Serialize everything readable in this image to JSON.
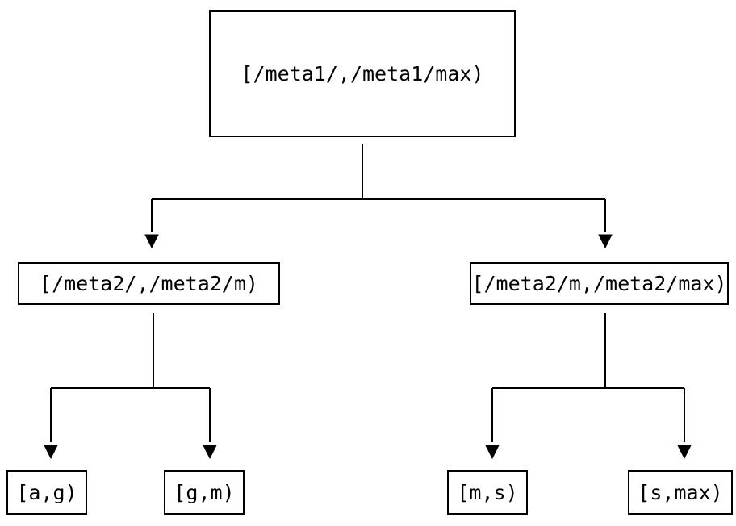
{
  "diagram": {
    "type": "tree",
    "colors": {
      "background": "#ffffff",
      "line": "#000000",
      "box_border": "#000000",
      "text": "#000000"
    },
    "nodes": {
      "root": {
        "label": "[/meta1/,/meta1/max)"
      },
      "l2_left": {
        "label": "[/meta2/,/meta2/m)"
      },
      "l2_right": {
        "label": "[/meta2/m,/meta2/max)"
      },
      "leaf_ag": {
        "label": "[a,g)"
      },
      "leaf_gm": {
        "label": "[g,m)"
      },
      "leaf_ms": {
        "label": "[m,s)"
      },
      "leaf_smax": {
        "label": "[s,max)"
      }
    },
    "edges": [
      {
        "from": "root",
        "to": "l2_left"
      },
      {
        "from": "root",
        "to": "l2_right"
      },
      {
        "from": "l2_left",
        "to": "leaf_ag"
      },
      {
        "from": "l2_left",
        "to": "leaf_gm"
      },
      {
        "from": "l2_right",
        "to": "leaf_ms"
      },
      {
        "from": "l2_right",
        "to": "leaf_smax"
      }
    ]
  }
}
